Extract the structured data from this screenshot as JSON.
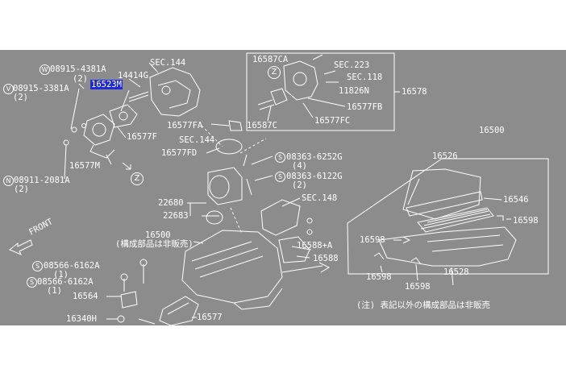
{
  "labels": {
    "w_top": "08915-4381A",
    "w_top_qty": "(2)",
    "v_left": "08915-3381A",
    "v_left_qty": "(2)",
    "sec144_top": "SEC.144",
    "p14414g": "14414G",
    "p16523m": "16523M",
    "p16577f": "16577F",
    "p16577m": "16577M",
    "n_left": "08911-2081A",
    "n_left_qty": "(2)",
    "p16587ca": "16587CA",
    "sec223": "SEC.223",
    "sec118": "SEC.118",
    "p11826n": "11826N",
    "p16578": "16578",
    "p16577fb": "16577FB",
    "p16577fc": "16577FC",
    "p16587c": "16587C",
    "p16577fa": "16577FA",
    "sec144_mid": "SEC.144",
    "p16577fd": "16577FD",
    "s1": "08363-6252G",
    "s1_qty": "(4)",
    "s2": "08363-6122G",
    "s2_qty": "(2)",
    "p22680": "22680",
    "p22683": "22683",
    "sec148": "SEC.148",
    "p16500": "16500",
    "not_sold_note": "(構成部品は非販売)",
    "front": "FRONT",
    "p16588a": "16588+A",
    "p16588": "16588",
    "s3": "08566-6162A",
    "s3_qty": "(1)",
    "s4": "08566-6162A",
    "s4_qty": "(1)",
    "p16564": "16564",
    "p16340h": "16340H",
    "p16577": "16577",
    "inset_16500": "16500",
    "p16526": "16526",
    "p16546": "16546",
    "p16598a": "16598",
    "p16598b": "16598",
    "p16598c": "16598",
    "p16598d": "16598",
    "p16528": "16528",
    "inset_note": "(注) 表記以外の構成部品は非販売"
  },
  "symbols": {
    "w": "W",
    "v": "V",
    "n": "N",
    "s": "S",
    "z": "Z"
  },
  "colors": {
    "background": "#8c8c8c",
    "line": "#ffffff",
    "highlight": "#1f2bd6"
  }
}
